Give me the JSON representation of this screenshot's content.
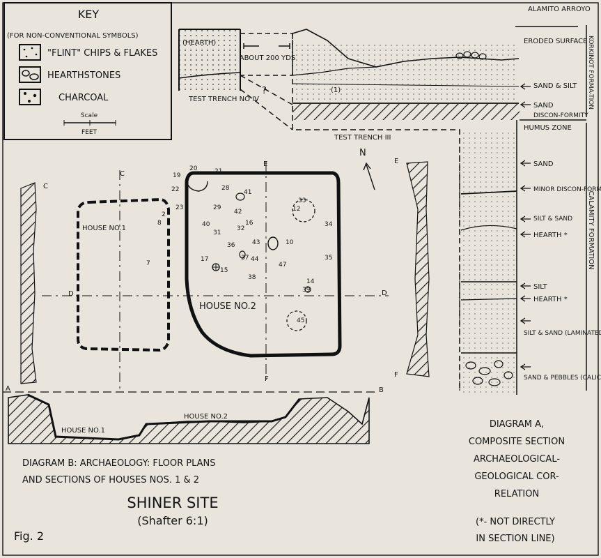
{
  "key": {
    "title": "KEY",
    "subtitle": "(FOR NON-CONVENTIONAL SYMBOLS)",
    "items": [
      {
        "symbol": "flint-chips-icon",
        "label": "\"FLINT\" CHIPS & FLAKES"
      },
      {
        "symbol": "hearthstones-icon",
        "label": "HEARTHSTONES"
      },
      {
        "symbol": "charcoal-icon",
        "label": "CHARCOAL"
      }
    ],
    "scale_label": "Scale",
    "scale_units": "FEET"
  },
  "test_trench_iv": {
    "label": "TEST TRENCH NO IV",
    "hearth_label": "(HEARTH)",
    "distance_label": "ABOUT 200 YDS",
    "question_mark": "?"
  },
  "test_trench_iii": {
    "label": "TEST TRENCH III",
    "unit_mark": "(1)"
  },
  "diagram_a": {
    "top_labels": [
      "ALAMITO ARROYO",
      "ERODED SURFACE",
      "HUMUS ZONE"
    ],
    "formation_upper": "KORKINOT FORMA-TION",
    "formation_lower": "CALAMITY FORMATION",
    "layer_labels": [
      "SAND & SILT",
      "SAND",
      "DISCON-FORMITY",
      "SAND",
      "MINOR DISCON-FORMITY",
      "SILT & SAND",
      "HEARTH *",
      "SILT",
      "HEARTH *",
      "SILT & SAND (LAMINATED)",
      "SAND & PEBBLES (CALICHE PRESENT)"
    ],
    "caption": [
      "DIAGRAM A,",
      "COMPOSITE SECTION",
      "ARCHAEOLOGICAL-",
      "GEOLOGICAL COR-",
      "RELATION"
    ],
    "note": [
      "(*- NOT DIRECTLY",
      "IN SECTION LINE)"
    ]
  },
  "diagram_b": {
    "north_label": "N",
    "section_letters": [
      "A",
      "B",
      "C",
      "C",
      "D",
      "D",
      "E",
      "E",
      "F",
      "F"
    ],
    "house1_label": "HOUSE NO.1",
    "house2_label": "HOUSE NO.2",
    "feature_numbers": [
      "2",
      "7",
      "8",
      "19",
      "20",
      "21",
      "22",
      "23",
      "28",
      "29",
      "31",
      "32",
      "33",
      "34",
      "35",
      "36",
      "37",
      "38",
      "40",
      "41",
      "42",
      "43",
      "44",
      "45",
      "47",
      "10",
      "12",
      "14",
      "15",
      "16",
      "17",
      "39"
    ],
    "profile_house1": "HOUSE NO.1",
    "profile_house2": "HOUSE NO.2",
    "caption_line1": "DIAGRAM B: ARCHAEOLOGY: FLOOR PLANS",
    "caption_line2": "AND SECTIONS OF HOUSES NOS. 1 & 2"
  },
  "site_title": "SHINER SITE",
  "site_subtitle": "(Shafter 6:1)",
  "figure_label": "Fig. 2"
}
